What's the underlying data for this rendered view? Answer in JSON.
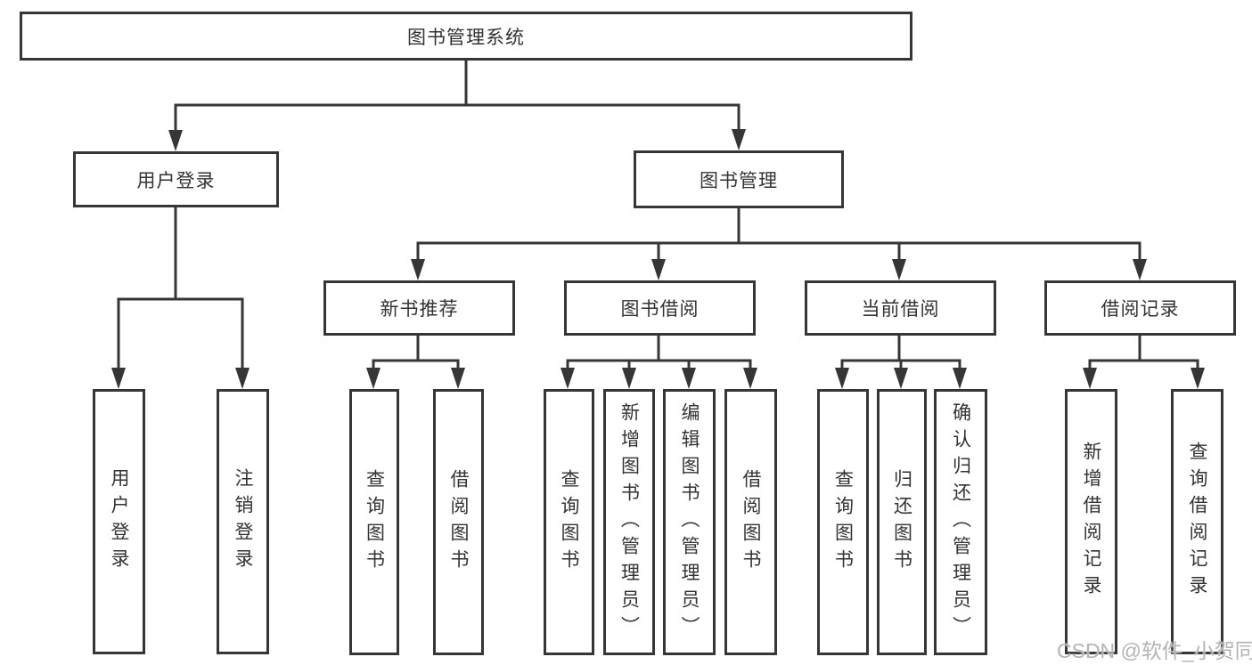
{
  "diagram": {
    "title": "图书管理系统",
    "colors": {
      "line": "#363636",
      "text": "#333333",
      "box_background": "#ffffff",
      "watermark": "#b4b4b4"
    },
    "tree": {
      "root": {
        "label": "图书管理系统"
      },
      "children": [
        {
          "label": "用户登录",
          "children": [
            {
              "label": "用户登录"
            },
            {
              "label": "注销登录"
            }
          ]
        },
        {
          "label": "图书管理",
          "children": [
            {
              "label": "新书推荐",
              "children": [
                {
                  "label": "查询图书"
                },
                {
                  "label": "借阅图书"
                }
              ]
            },
            {
              "label": "图书借阅",
              "children": [
                {
                  "label": "查询图书"
                },
                {
                  "label": "新增图书（管理员）"
                },
                {
                  "label": "编辑图书（管理员）"
                },
                {
                  "label": "借阅图书"
                }
              ]
            },
            {
              "label": "当前借阅",
              "children": [
                {
                  "label": "查询图书"
                },
                {
                  "label": "归还图书"
                },
                {
                  "label": "确认归还（管理员）"
                }
              ]
            },
            {
              "label": "借阅记录",
              "children": [
                {
                  "label": "新增借阅记录"
                },
                {
                  "label": "查询借阅记录"
                }
              ]
            }
          ]
        }
      ]
    },
    "watermark": "CSDN @软件_小贺同学"
  }
}
